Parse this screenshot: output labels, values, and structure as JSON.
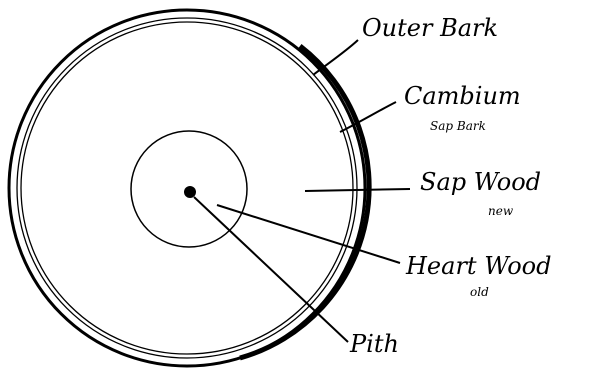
{
  "diagram": {
    "labels": {
      "outer_bark": "Outer Bark",
      "cambium": "Cambium",
      "cambium_sub": "Sap Bark",
      "sap_wood": "Sap Wood",
      "sap_wood_sub": "new",
      "heart_wood": "Heart Wood",
      "heart_wood_sub": "old",
      "pith": "Pith"
    },
    "colors": {
      "ink": "#000000",
      "paper": "#ffffff"
    }
  }
}
